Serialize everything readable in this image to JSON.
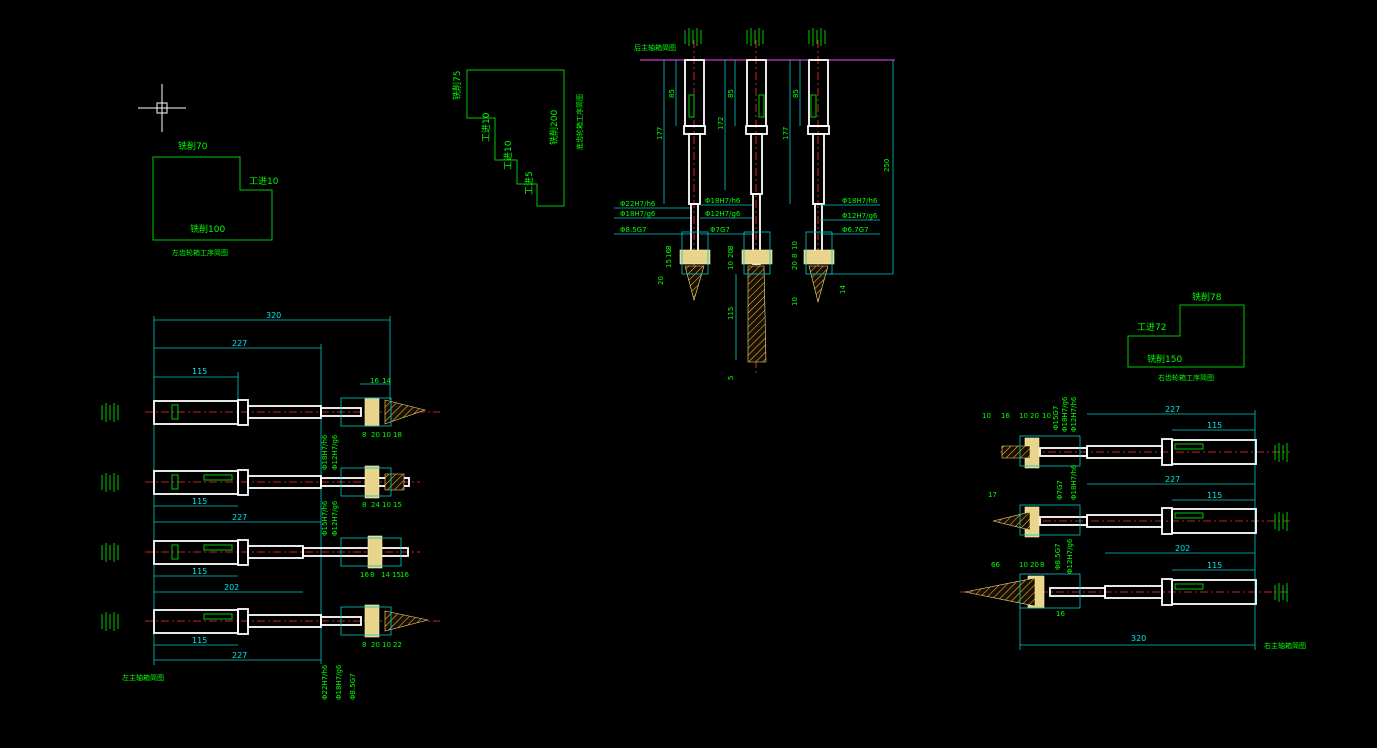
{
  "sketches": [
    {
      "cut1": "铣削70",
      "cut2": "工进10",
      "cut3": "铣削100",
      "note": "左齿轮箱工序简图"
    },
    {
      "cut1": "铣削75",
      "cut2": "工进10",
      "cut3": "工进10",
      "cut4": "工进5",
      "cut5": "铣削200",
      "note": "底齿轮箱工序简图"
    },
    {
      "cut1": "铣削78",
      "cut2": "工进72",
      "cut3": "铣削150",
      "note": "右齿轮箱工序简图"
    }
  ],
  "left_assembly": {
    "dims": [
      "320",
      "227",
      "115",
      "16",
      "14",
      "115",
      "227",
      "115",
      "202",
      "115",
      "227"
    ],
    "fits": [
      "Φ18H7/h6",
      "Φ12H7/g6",
      "Φ15H7/h6",
      "Φ12H7/g6",
      "Φ22H7/h6",
      "Φ18H7/g6",
      "Φ8.5G7"
    ],
    "spindle_dims": [
      "8",
      "20",
      "10",
      "18",
      "8",
      "24",
      "10",
      "15",
      "16",
      "8",
      "14",
      "15",
      "16",
      "8",
      "20",
      "10",
      "22"
    ],
    "caption": "左主轴箱简图"
  },
  "top_assembly": {
    "caption": "后主轴箱简图",
    "dims": [
      "85",
      "177",
      "85",
      "172",
      "85",
      "177",
      "250",
      "115",
      "5"
    ],
    "fits": [
      "Φ22H7/h6",
      "Φ18H7/g6",
      "Φ8.5G7",
      "Φ18H7/h6",
      "Φ12H7/g6",
      "Φ7G7",
      "Φ18H7/h6",
      "Φ12H7/g6",
      "Φ6.7G7"
    ],
    "small": [
      "20",
      "15",
      "16",
      "8",
      "10",
      "20",
      "8",
      "10",
      "20",
      "8",
      "10",
      "14"
    ]
  },
  "right_assembly": {
    "dims": [
      "227",
      "115",
      "227",
      "115",
      "202",
      "115",
      "320",
      "10",
      "16",
      "10",
      "20",
      "10",
      "17",
      "66",
      "10",
      "20",
      "8",
      "16"
    ],
    "fits": [
      "Φ15G7",
      "Φ18H7/g6",
      "Φ12H7/h6",
      "Φ7G7",
      "Φ18H7/h6",
      "Φ8.5G7",
      "Φ12H7/g6"
    ],
    "caption": "右主轴箱简图"
  },
  "colors": {
    "bg": "#000000",
    "outline": "#00c800",
    "dim": "#00c8c8",
    "part": "#ffffff",
    "axis": "#ff3030",
    "gear": "#e8d48a"
  }
}
